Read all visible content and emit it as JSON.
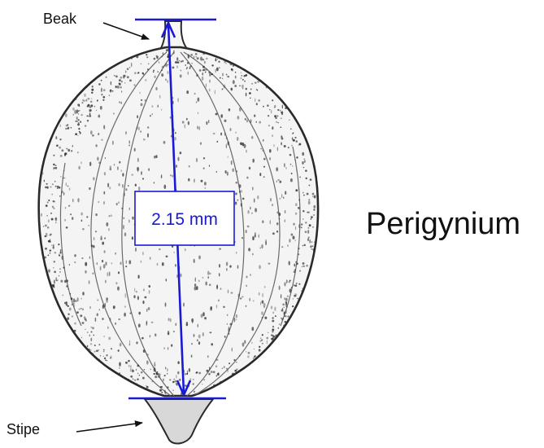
{
  "labels": {
    "beak": "Beak",
    "stipe": "Stipe",
    "title": "Perigynium",
    "measurement": "2.15 mm"
  },
  "colors": {
    "measure": "#1a1ad6",
    "outline": "#2a2a2a",
    "stipple": "#3a3a3a",
    "text": "#111111"
  },
  "icons": {
    "beak_pointer": "arrow-icon",
    "stipe_pointer": "arrow-icon",
    "measure": "double-headed-arrow-icon"
  }
}
